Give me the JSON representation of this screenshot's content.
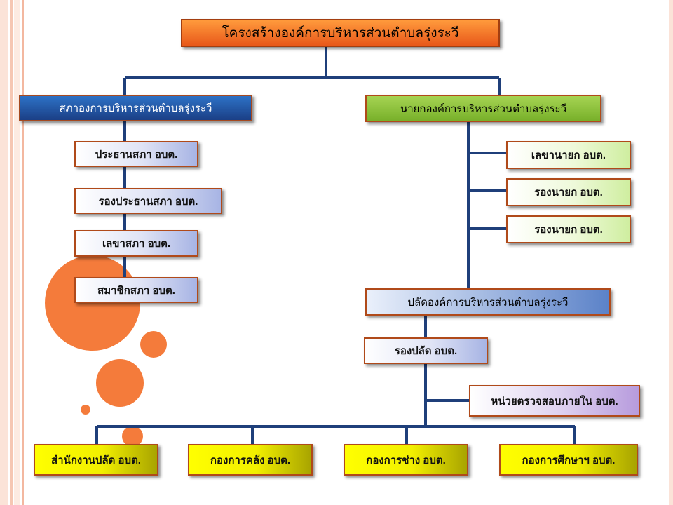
{
  "title": "โครงสร้างองค์การบริหารส่วนตำบลรุ่งระวี",
  "council": {
    "head": "สภาองการบริหารส่วนตำบลรุ่งระวี",
    "members": [
      "ประธานสภา อบต.",
      "รองประธานสภา อบต.",
      "เลขาสภา อบต.",
      "สมาชิกสภา อบต."
    ]
  },
  "mayor": {
    "head": "นายกองค์การบริหารส่วนตำบลรุ่งระวี",
    "staff": [
      "เลขานายก อบต.",
      "รองนายก อบต.",
      "รองนายก อบต."
    ]
  },
  "clerk": {
    "head": "ปลัดองค์การบริหารส่วนตำบลรุ่งระวี",
    "deputy": "รองปลัด อบต.",
    "audit": "หน่วยตรวจสอบภายใน อบต."
  },
  "divisions": [
    "สำนักงานปลัด อบต.",
    "กองการคลัง อบต.",
    "กองการช่าง อบต.",
    "กองการศึกษาฯ อบต."
  ],
  "colors": {
    "title": "#f26a21",
    "council": "#1f4f9e",
    "mayor": "#8fc33a",
    "lines": "#1f3f7a",
    "divisions": "#ffff00",
    "decor": "#f47b3b"
  }
}
